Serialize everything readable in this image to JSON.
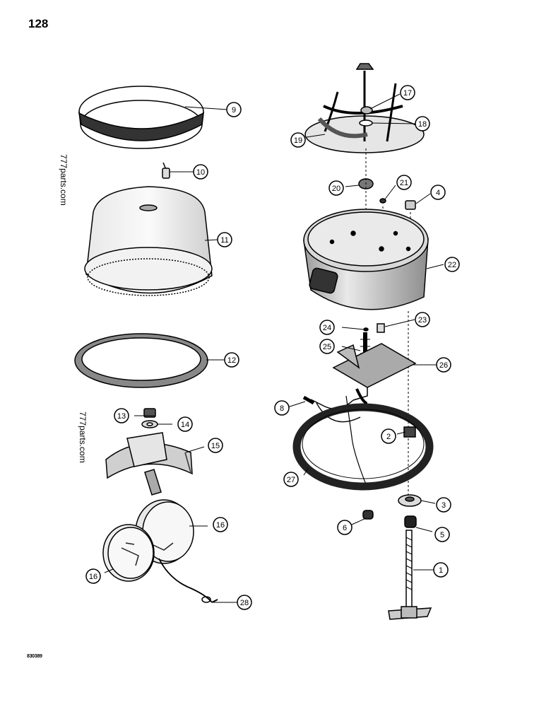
{
  "page_number": "128",
  "figure_code": "830389",
  "watermarks": [
    "777parts.com",
    "777parts.com"
  ],
  "callouts": [
    "1",
    "2",
    "3",
    "4",
    "5",
    "6",
    "8",
    "9",
    "10",
    "11",
    "12",
    "13",
    "14",
    "15",
    "16",
    "16",
    "17",
    "18",
    "19",
    "20",
    "21",
    "22",
    "23",
    "24",
    "25",
    "26",
    "27",
    "28"
  ],
  "colors": {
    "ink": "#000000",
    "paper": "#ffffff",
    "shade": "#bdbdbd"
  }
}
